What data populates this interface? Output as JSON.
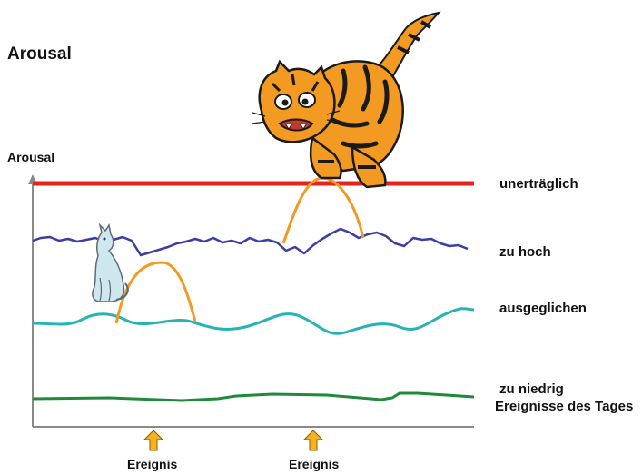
{
  "title": "Arousal",
  "y_axis_label": "Arousal",
  "levels": {
    "unbearable": "unerträglich",
    "too_high": "zu hoch",
    "balanced": "ausgeglichen",
    "too_low": "zu niedrig",
    "daily_events": "Ereignisse des Tages"
  },
  "events": [
    {
      "label": "Ereignis"
    },
    {
      "label": "Ereignis"
    }
  ],
  "icons": [
    "tiger-icon",
    "cat-icon",
    "arrow-up-icon"
  ],
  "colors": {
    "unbearable_line": "#e8231a",
    "too_high_line": "#3b3fa3",
    "balanced_line": "#27b3b3",
    "too_low_line": "#1f8a3a",
    "event_curve": "#f29a22",
    "event_arrow": "#f6b21a",
    "axis": "#8a8a8a"
  }
}
